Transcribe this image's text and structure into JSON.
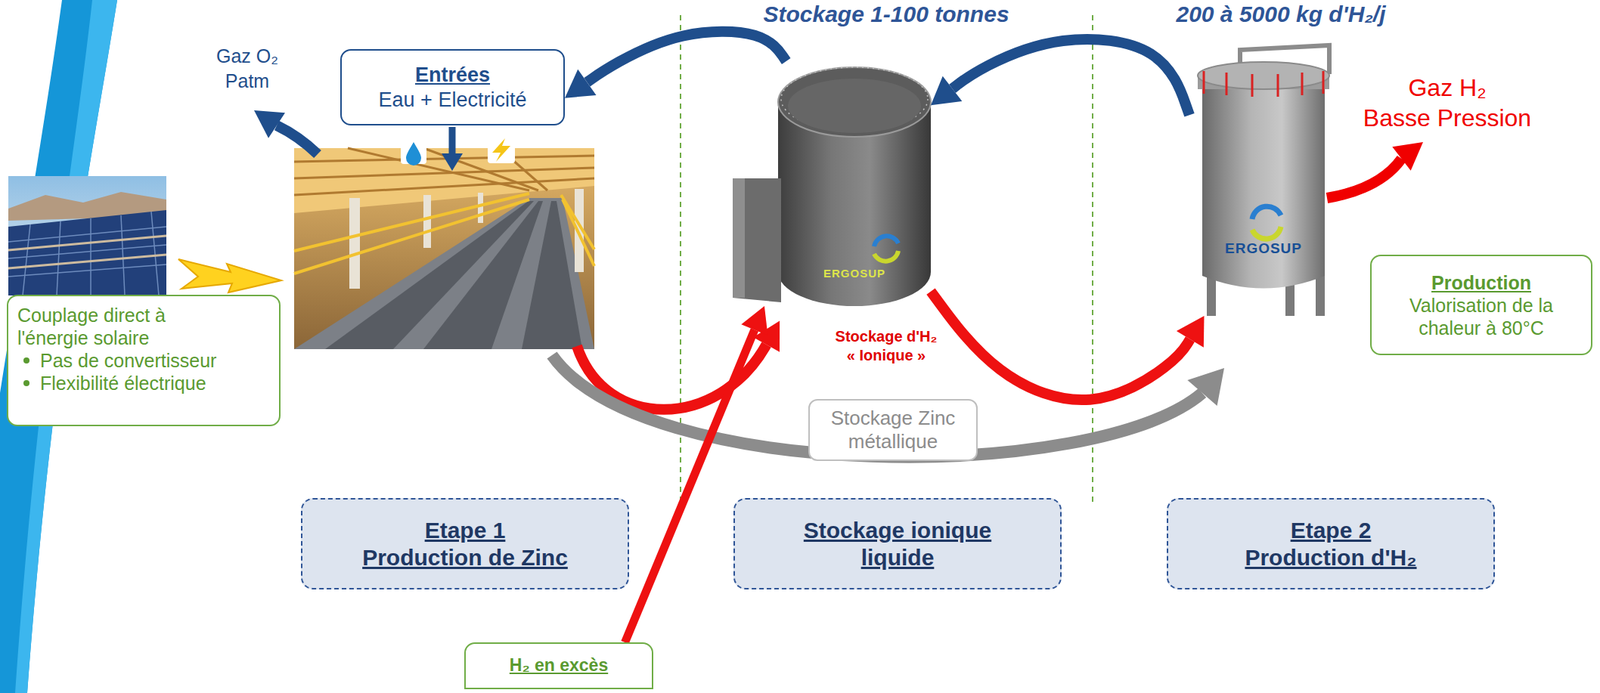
{
  "diagram": {
    "nodes": [
      {
        "text": [
          "Entrées",
          "Eau + Electricité"
        ]
      },
      {
        "text": [
          "Couplage direct à l'énergie solaire",
          "Pas de convertisseur",
          "Flexibilité électrique"
        ]
      },
      {
        "text": [
          "ERGOSUP",
          "Stockage d'H₂ « Ionique »"
        ]
      },
      {
        "text": [
          "ERGOSUP"
        ]
      },
      {
        "text": [
          "Production",
          "Valorisation de la chaleur à 80°C"
        ]
      },
      {
        "text": [
          "Stockage Zinc métallique"
        ]
      },
      {
        "text": [
          "Etape 1",
          "Production de Zinc"
        ]
      },
      {
        "text": [
          "Stockage ionique liquide"
        ]
      },
      {
        "text": [
          "Etape 2",
          "Production d'H₂"
        ]
      },
      {
        "text": [
          "H₂ en excès"
        ]
      }
    ],
    "edges": [
      {
        "from": 2,
        "to": 0,
        "arrow": "to"
      },
      {
        "from": 3,
        "to": 2,
        "arrow": "to"
      },
      {
        "from": 2,
        "to": 3,
        "arrow": "to"
      },
      {
        "from": 9,
        "to": 2,
        "arrow": "to"
      }
    ],
    "labels": [
      "Gaz O₂",
      "Patm",
      "Stockage 1-100 tonnes",
      "200 à 5000 kg d'H₂/j",
      "Gaz H₂",
      "Basse Pression"
    ]
  }
}
